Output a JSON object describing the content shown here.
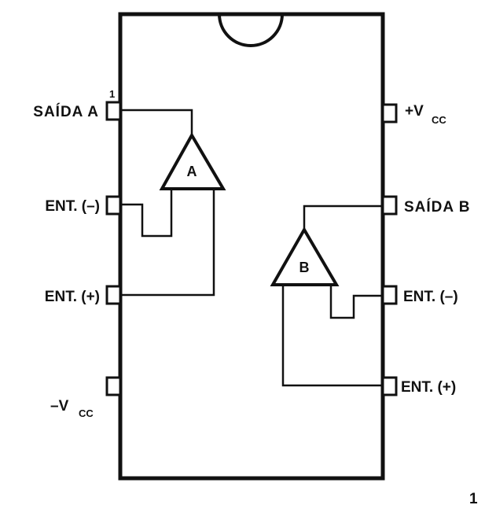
{
  "pin_number_marker": "1",
  "pins_left": [
    {
      "label": "SAÍDA A"
    },
    {
      "label": "ENT. (–)"
    },
    {
      "label": "ENT. (+)"
    },
    {
      "label": "–V",
      "sub": "CC"
    }
  ],
  "pins_right": [
    {
      "label": "+V",
      "sub": "CC"
    },
    {
      "label": "SAÍDA B"
    },
    {
      "label": "ENT. (–)"
    },
    {
      "label": "ENT. (+)"
    }
  ],
  "amplifiers": [
    {
      "label": "A"
    },
    {
      "label": "B"
    }
  ],
  "corner_mark": "1",
  "colors": {
    "ink": "#111111",
    "paper": "#ffffff"
  }
}
